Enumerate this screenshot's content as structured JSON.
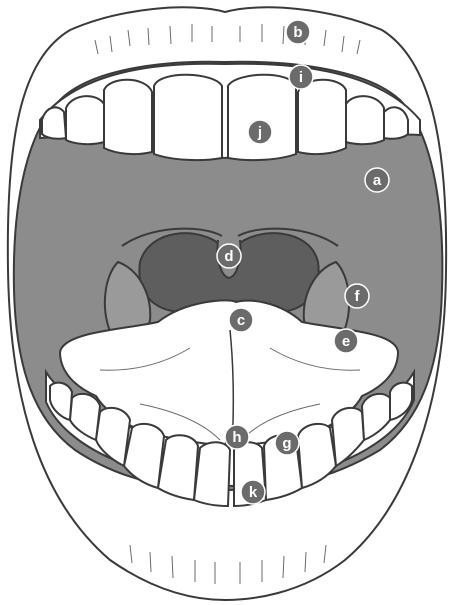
{
  "diagram": {
    "colors": {
      "background": "#ffffff",
      "line": "#3a3a3a",
      "mouth_cavity": "#8c8c8c",
      "throat": "#5e5e5e",
      "tonsil": "#9a9a9a",
      "tongue": "#ffffff",
      "teeth": "#ffffff",
      "marker_fill": "#6b6b6b",
      "marker_text": "#ffffff"
    },
    "markers": [
      {
        "id": "a",
        "label": "a"
      },
      {
        "id": "b",
        "label": "b"
      },
      {
        "id": "c",
        "label": "c"
      },
      {
        "id": "d",
        "label": "d"
      },
      {
        "id": "e",
        "label": "e"
      },
      {
        "id": "f",
        "label": "f"
      },
      {
        "id": "g",
        "label": "g"
      },
      {
        "id": "h",
        "label": "h"
      },
      {
        "id": "i",
        "label": "i"
      },
      {
        "id": "j",
        "label": "j"
      },
      {
        "id": "k",
        "label": "k"
      }
    ]
  }
}
